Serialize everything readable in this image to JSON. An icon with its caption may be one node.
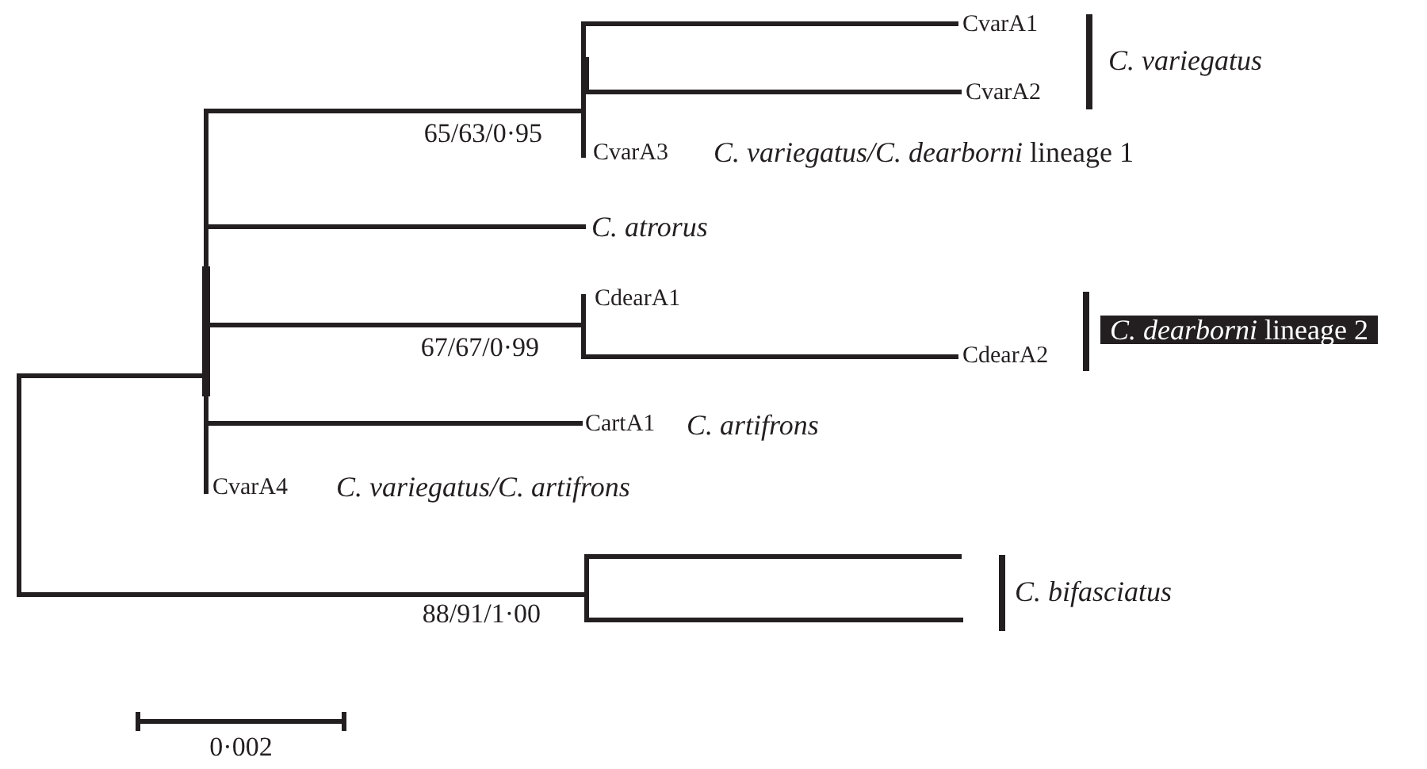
{
  "diagram": {
    "labels": [
      "CvarA1",
      "C. variegatus",
      "CvarA2",
      "65/63/0·95",
      "CvarA3",
      "*C. variegatus/C. dearborni* lineage 1",
      "C. atrorus",
      "CdearA1",
      "*C. dearborni* lineage 2",
      "67/67/0·99",
      "CdearA2",
      "CartA1",
      "C. artifrons",
      "CvarA4",
      "C. variegatus/C. artifrons",
      "C. bifasciatus",
      "88/91/1·00",
      "0·002"
    ]
  }
}
